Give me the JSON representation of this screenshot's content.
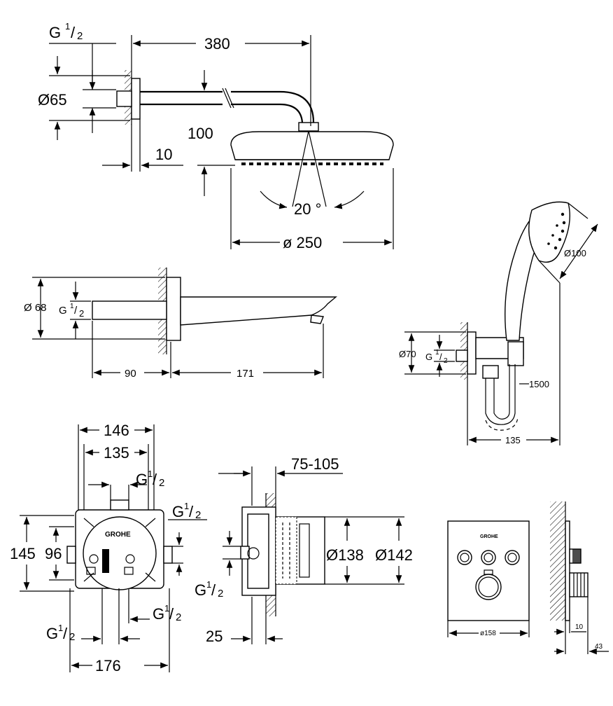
{
  "shower_head": {
    "thread_label": "G",
    "thread_fraction_num": "1",
    "thread_fraction_den": "2",
    "dim_arm_length": "380",
    "dim_flange_diameter": "Ø65",
    "dim_drop": "100",
    "dim_wall_gap": "10",
    "dim_tilt_angle": "20 °",
    "dim_head_diameter": "ø 250"
  },
  "spout": {
    "dim_diameter": "Ø 68",
    "thread_label": "G",
    "thread_fraction_num": "1",
    "thread_fraction_den": "2",
    "dim_projection_body": "90",
    "dim_projection_spout": "171"
  },
  "hand_shower": {
    "dim_head_diameter": "Ø100",
    "dim_outlet_diameter": "Ø70",
    "thread_label": "G",
    "thread_fraction_num": "1",
    "thread_fraction_den": "2",
    "dim_hose_length": "1500",
    "dim_projection": "135"
  },
  "rough_in_front": {
    "brand_logo": "GROHE",
    "dim_width_outer": "146",
    "dim_width_inner": "135",
    "dim_height_outer": "145",
    "dim_height_inner": "96",
    "dim_base_width": "176",
    "thread_label": "G",
    "thread_fraction_num": "1",
    "thread_fraction_den": "2"
  },
  "rough_in_side": {
    "dim_install_depth": "75-105",
    "dim_diameter_inner": "Ø138",
    "dim_diameter_outer": "Ø142",
    "dim_offset": "25",
    "thread_label": "G",
    "thread_fraction_num": "1",
    "thread_fraction_den": "2"
  },
  "trim_plate": {
    "brand_logo": "GROHE",
    "dim_plate_width": "ø158",
    "dim_plate_depth": "10",
    "dim_knob_depth": "43"
  }
}
